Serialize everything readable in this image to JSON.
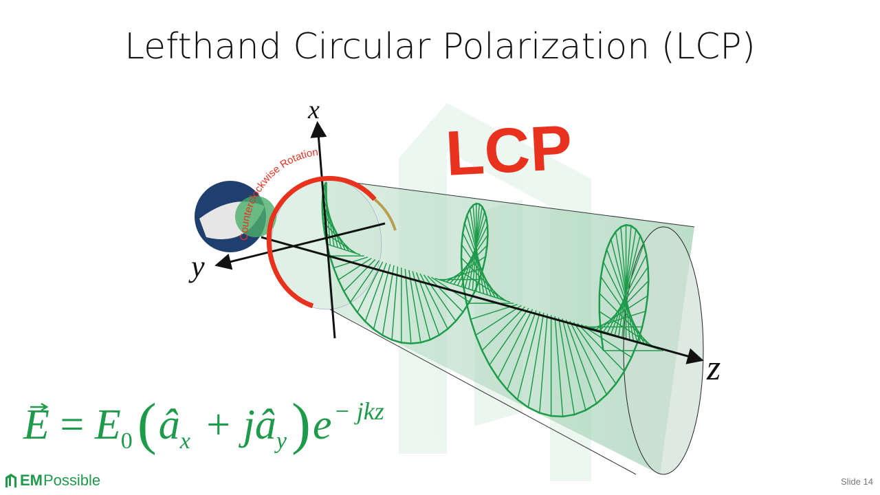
{
  "slide": {
    "title": "Lefthand Circular Polarization (LCP)",
    "slide_number": "Slide 14",
    "logo": {
      "bold": "EM",
      "rest": "Possible"
    }
  },
  "figure": {
    "badge": "LCP",
    "rotation_label": "Counterclockwise Rotation",
    "axes": {
      "x": "x",
      "y": "y",
      "z": "z"
    },
    "colors": {
      "wave": "#1e9a4b",
      "rotation": "#e8321e",
      "badge": "#e8321e",
      "eye": "#1f3f6e"
    }
  },
  "equation": {
    "lhs": "E",
    "eq": " = ",
    "amp": "E",
    "amp_sub": "0",
    "open": "(",
    "ax": "â",
    "ax_sub": "x",
    "plus": " + j",
    "ay": "â",
    "ay_sub": "y",
    "close": ")",
    "exp_base": "e",
    "exp": "− jkz"
  }
}
